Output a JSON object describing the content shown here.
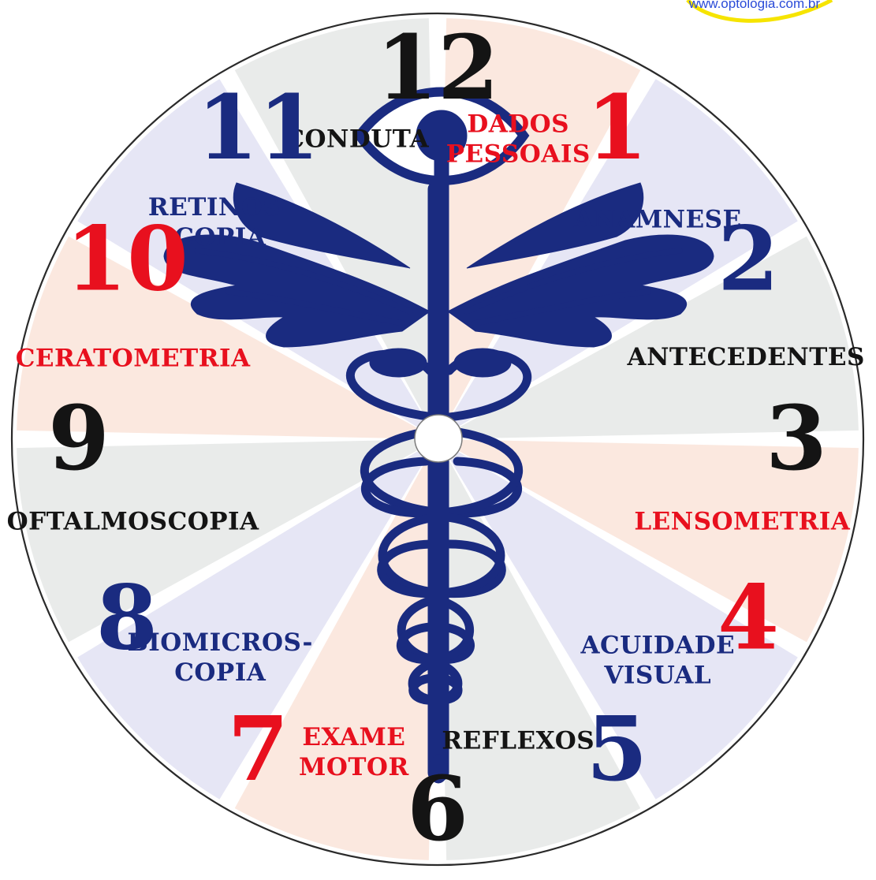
{
  "site": {
    "url": "www.optologia.com.br"
  },
  "colors": {
    "blue": "#1a2b80",
    "red": "#e8101e",
    "black": "#141414",
    "sector_pink": "#fbe8df",
    "sector_lavender": "#e6e6f5",
    "sector_gray": "#e9ebea",
    "rim": "#2a2a2a",
    "logo_ring": "#f6e400"
  },
  "clock": {
    "hours": [
      {
        "num": "12",
        "color": "black",
        "sector": "sector_pink",
        "lines": [
          "DADOS",
          "PESSOAIS"
        ],
        "lcolor": "red"
      },
      {
        "num": "1",
        "color": "red",
        "sector": "sector_lavender",
        "lines": [
          "ANAMNESE"
        ],
        "lcolor": "blue"
      },
      {
        "num": "2",
        "color": "blue",
        "sector": "sector_gray",
        "lines": [
          "ANTECEDENTES"
        ],
        "lcolor": "black"
      },
      {
        "num": "3",
        "color": "black",
        "sector": "sector_pink",
        "lines": [
          "LENSOMETRIA"
        ],
        "lcolor": "red"
      },
      {
        "num": "4",
        "color": "red",
        "sector": "sector_lavender",
        "lines": [
          "ACUIDADE",
          "VISUAL"
        ],
        "lcolor": "blue"
      },
      {
        "num": "5",
        "color": "blue",
        "sector": "sector_gray",
        "lines": [
          "REFLEXOS"
        ],
        "lcolor": "black"
      },
      {
        "num": "6",
        "color": "black",
        "sector": "sector_pink",
        "lines": [
          "EXAME",
          "MOTOR"
        ],
        "lcolor": "red"
      },
      {
        "num": "7",
        "color": "red",
        "sector": "sector_lavender",
        "lines": [
          "BIOMICROS-",
          "COPIA"
        ],
        "lcolor": "blue"
      },
      {
        "num": "8",
        "color": "blue",
        "sector": "sector_gray",
        "lines": [
          "OFTALMOSCOPIA"
        ],
        "lcolor": "black"
      },
      {
        "num": "9",
        "color": "black",
        "sector": "sector_pink",
        "lines": [
          "CERATOMETRIA"
        ],
        "lcolor": "red"
      },
      {
        "num": "10",
        "color": "red",
        "sector": "sector_lavender",
        "lines": [
          "RETINOS-",
          "COPIA"
        ],
        "lcolor": "blue"
      },
      {
        "num": "11",
        "color": "blue",
        "sector": "sector_gray",
        "lines": [
          "CONDUTA"
        ],
        "lcolor": "black"
      }
    ]
  },
  "icons": {
    "center": "caduceus-eye-icon",
    "corner": "logo-ring-icon"
  }
}
